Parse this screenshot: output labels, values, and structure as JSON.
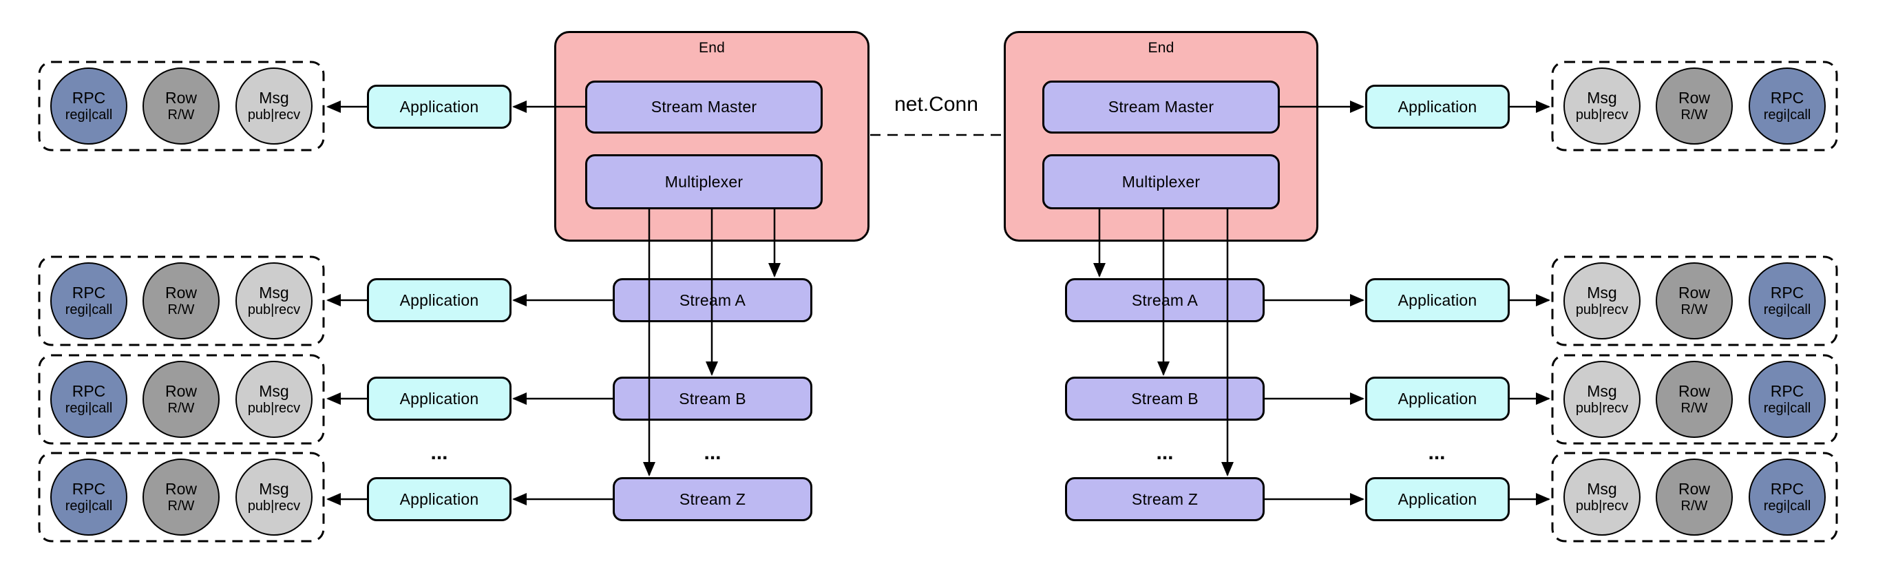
{
  "diagram": {
    "connection_label": "net.Conn",
    "end_label": "End",
    "stream_master_label": "Stream Master",
    "multiplexer_label": "Multiplexer",
    "application_label": "Application",
    "stream_labels": [
      "Stream A",
      "Stream B",
      "Stream Z"
    ],
    "ellipsis": "...",
    "circles": {
      "rpc": {
        "title": "RPC",
        "subtitle": "regi|call",
        "color": "#7589B3"
      },
      "row": {
        "title": "Row",
        "subtitle": "R/W",
        "color": "#9C9C9C"
      },
      "msg": {
        "title": "Msg",
        "subtitle": "pub|recv",
        "color": "#CDCDCD"
      }
    },
    "left_circle_order": [
      "rpc",
      "row",
      "msg"
    ],
    "right_circle_order": [
      "msg",
      "row",
      "rpc"
    ],
    "colors": {
      "end_fill": "#F9B7B7",
      "stream_fill": "#BDB9F2",
      "application_fill": "#CBFAFA",
      "line": "#000000"
    }
  }
}
